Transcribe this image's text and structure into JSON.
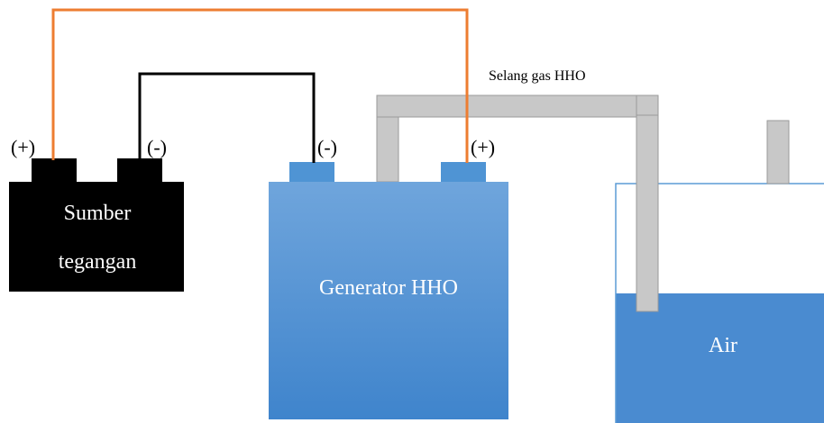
{
  "colors": {
    "positive_wire": "#ED7D31",
    "negative_wire": "#000000",
    "battery_body": "#000000",
    "generator_top": "#6FA5DC",
    "generator_bottom": "#3F84CC",
    "terminal_block": "#4F94D4",
    "hose_fill": "#C8C8C8",
    "hose_stroke": "#9A9A9A",
    "water_fill": "#4A8BD0",
    "tank_outline": "#5B9BD5"
  },
  "labels": {
    "battery_plus": "(+)",
    "battery_minus": "(-)",
    "battery_name_line1": "Sumber",
    "battery_name_line2": "tegangan",
    "generator_minus": "(-)",
    "generator_plus": "(+)",
    "generator_name": "Generator HHO",
    "hose_label": "Selang gas HHO",
    "water_label": "Air"
  }
}
